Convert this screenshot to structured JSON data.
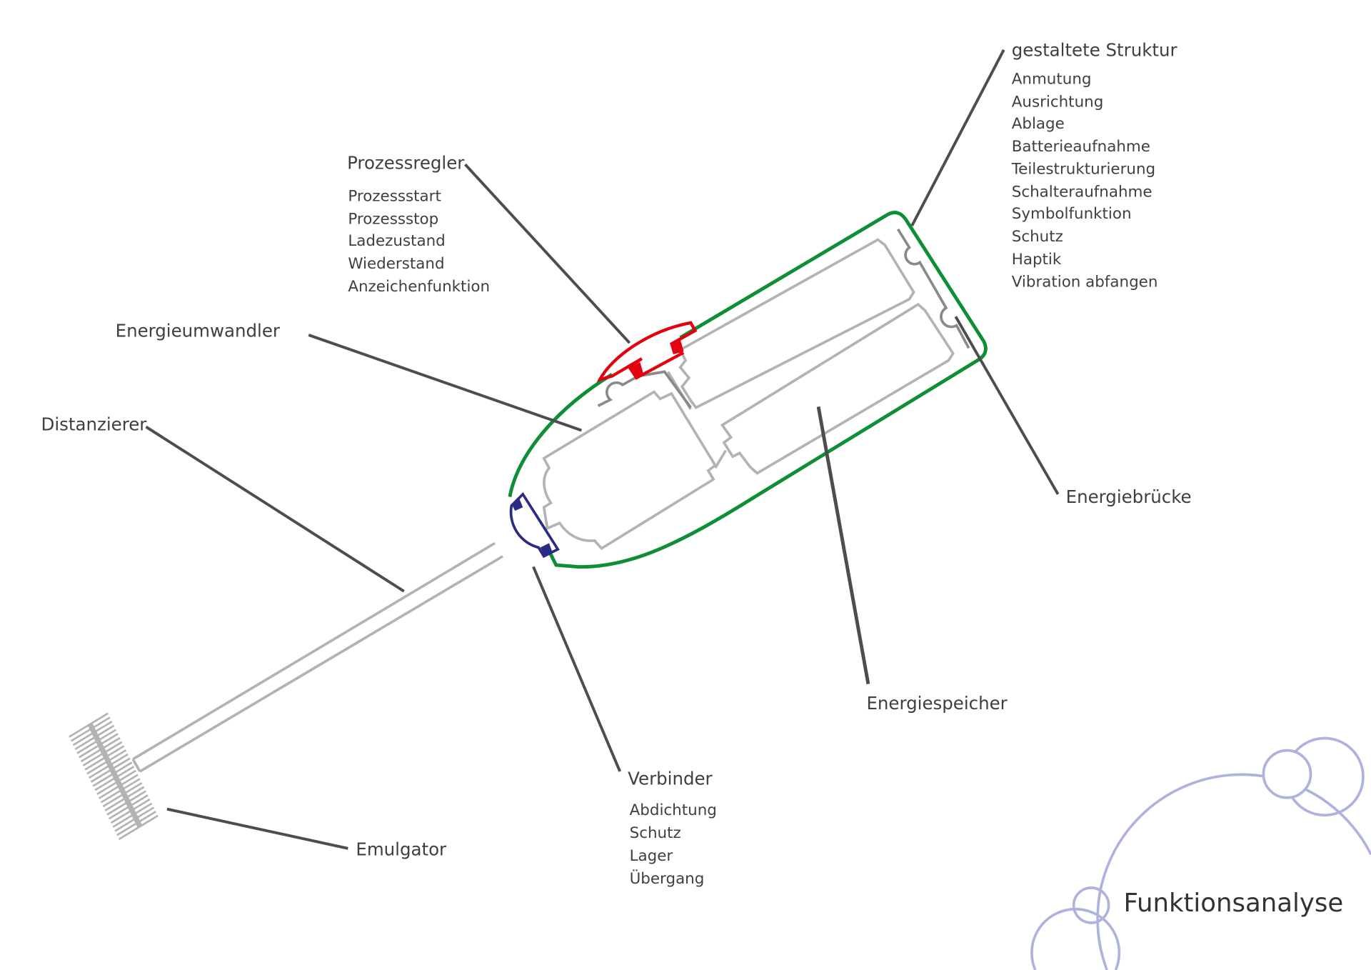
{
  "title": "Funktionsanalyse",
  "colors": {
    "housing": "#0f8f35",
    "process_controller": "#e3000f",
    "connector": "#2b2a86",
    "internal": "#b3b3b3",
    "leader": "#4d4d4d",
    "bubbles": "#aeb3de"
  },
  "labels": {
    "gestaltete_struktur": {
      "name": "gestaltete Struktur",
      "items": [
        "Anmutung",
        "Ausrichtung",
        "Ablage",
        "Batterieaufnahme",
        "Teilestrukturierung",
        "Schalteraufnahme",
        "Symbolfunktion",
        "Schutz",
        "Haptik",
        "Vibration abfangen"
      ]
    },
    "prozessregler": {
      "name": "Prozessregler",
      "items": [
        "Prozessstart",
        "Prozessstop",
        "Ladezustand",
        "Wiederstand",
        "Anzeichenfunktion"
      ]
    },
    "energieumwandler": {
      "name": "Energieumwandler"
    },
    "distanzierer": {
      "name": "Distanzierer"
    },
    "energiebruecke": {
      "name": "Energiebrücke"
    },
    "energiespeicher": {
      "name": "Energiespeicher"
    },
    "verbinder": {
      "name": "Verbinder",
      "items": [
        "Abdichtung",
        "Schutz",
        "Lager",
        "Übergang"
      ]
    },
    "emulgator": {
      "name": "Emulgator"
    }
  }
}
